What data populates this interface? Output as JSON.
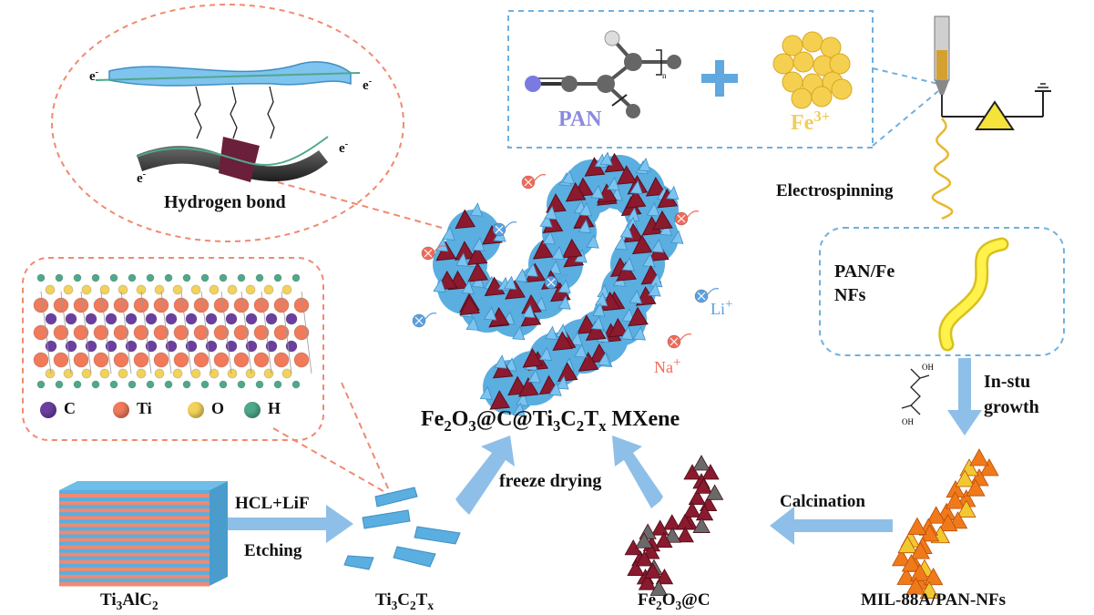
{
  "labels": {
    "hydrogen_bond": "Hydrogen bond",
    "electron": "e",
    "electron_sup": "-",
    "pan": "PAN",
    "fe_ion_base": "Fe",
    "fe_ion_sup": "3+",
    "repeat_n": "n",
    "electrospinning": "Electrospinning",
    "pan_fe_line1": "PAN/Fe",
    "pan_fe_line2": "NFs",
    "insitu_line1": "In-stu",
    "insitu_line2": "growth",
    "li_ion": "Li",
    "li_sup": "+",
    "na_ion": "Na",
    "na_sup": "+",
    "hcl_lif": "HCL+LiF",
    "etching": "Etching",
    "freeze_drying": "freeze drying",
    "calcination": "Calcination",
    "mil88a": "MIL-88A/PAN-NFs",
    "oh": "OH",
    "o": "O"
  },
  "product": {
    "fe": "Fe",
    "fe_sub": "2",
    "o": "O",
    "o_sub": "3",
    "c": "@C@Ti",
    "ti_sub": "3",
    "c2": "C",
    "c2_sub": "2",
    "t": "T",
    "t_sub": "x",
    "tail": " MXene"
  },
  "ti3alc2": {
    "a": "Ti",
    "a_sub": "3",
    "b": "AlC",
    "b_sub": "2"
  },
  "ti3c2tx": {
    "a": "Ti",
    "a_sub": "3",
    "b": "C",
    "b_sub": "2",
    "c": "T",
    "c_sub": "x"
  },
  "fe2o3c": {
    "a": "Fe",
    "a_sub": "2",
    "b": "O",
    "b_sub": "3",
    "c": "@C"
  },
  "legend": [
    {
      "symbol": "C",
      "color": "#6b3fa0"
    },
    {
      "symbol": "Ti",
      "color": "#f07a5a"
    },
    {
      "symbol": "O",
      "color": "#f2d25a"
    },
    {
      "symbol": "H",
      "color": "#4fa88a"
    }
  ],
  "colors": {
    "arrow_blue": "#6fa8dc",
    "dashed_red": "#f08a70",
    "dashed_blue": "#6fb0e0",
    "mxene_blue": "#5aaee0",
    "fe2o3_red": "#8b1a2e",
    "mof_orange": "#f07a1a",
    "fiber_yellow": "#f5e23a",
    "li_blue": "#5aa0e0",
    "na_red": "#f06a5a"
  }
}
